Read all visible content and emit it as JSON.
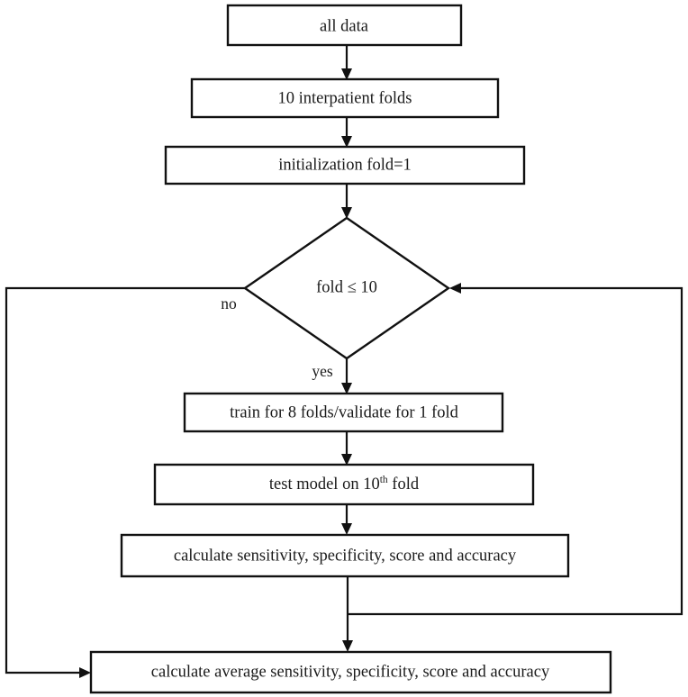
{
  "diagram": {
    "type": "flowchart",
    "title": "10-fold interpatient cross-validation flowchart",
    "background_color": "#ffffff",
    "line_color": "#111111",
    "text_color": "#1a1a1a",
    "nodes": [
      {
        "id": "all-data",
        "shape": "rect",
        "label": "all data"
      },
      {
        "id": "folds",
        "shape": "rect",
        "label": "10 interpatient folds"
      },
      {
        "id": "init",
        "shape": "rect",
        "label": "initialization fold=1"
      },
      {
        "id": "decision",
        "shape": "diamond",
        "label": "fold ≤ 10"
      },
      {
        "id": "train",
        "shape": "rect",
        "label": "train for 8 folds/validate for 1 fold"
      },
      {
        "id": "test",
        "shape": "rect",
        "label_main": "test model on 10",
        "label_sup": "th",
        "label_tail": " fold",
        "label": "test model on 10th fold"
      },
      {
        "id": "calculate",
        "shape": "rect",
        "label": "calculate sensitivity, specificity, score and accuracy"
      },
      {
        "id": "calculate-avg",
        "shape": "rect",
        "label": "calculate average sensitivity, specificity, score and accuracy"
      }
    ],
    "edge_labels": {
      "no": "no",
      "yes": "yes"
    }
  }
}
